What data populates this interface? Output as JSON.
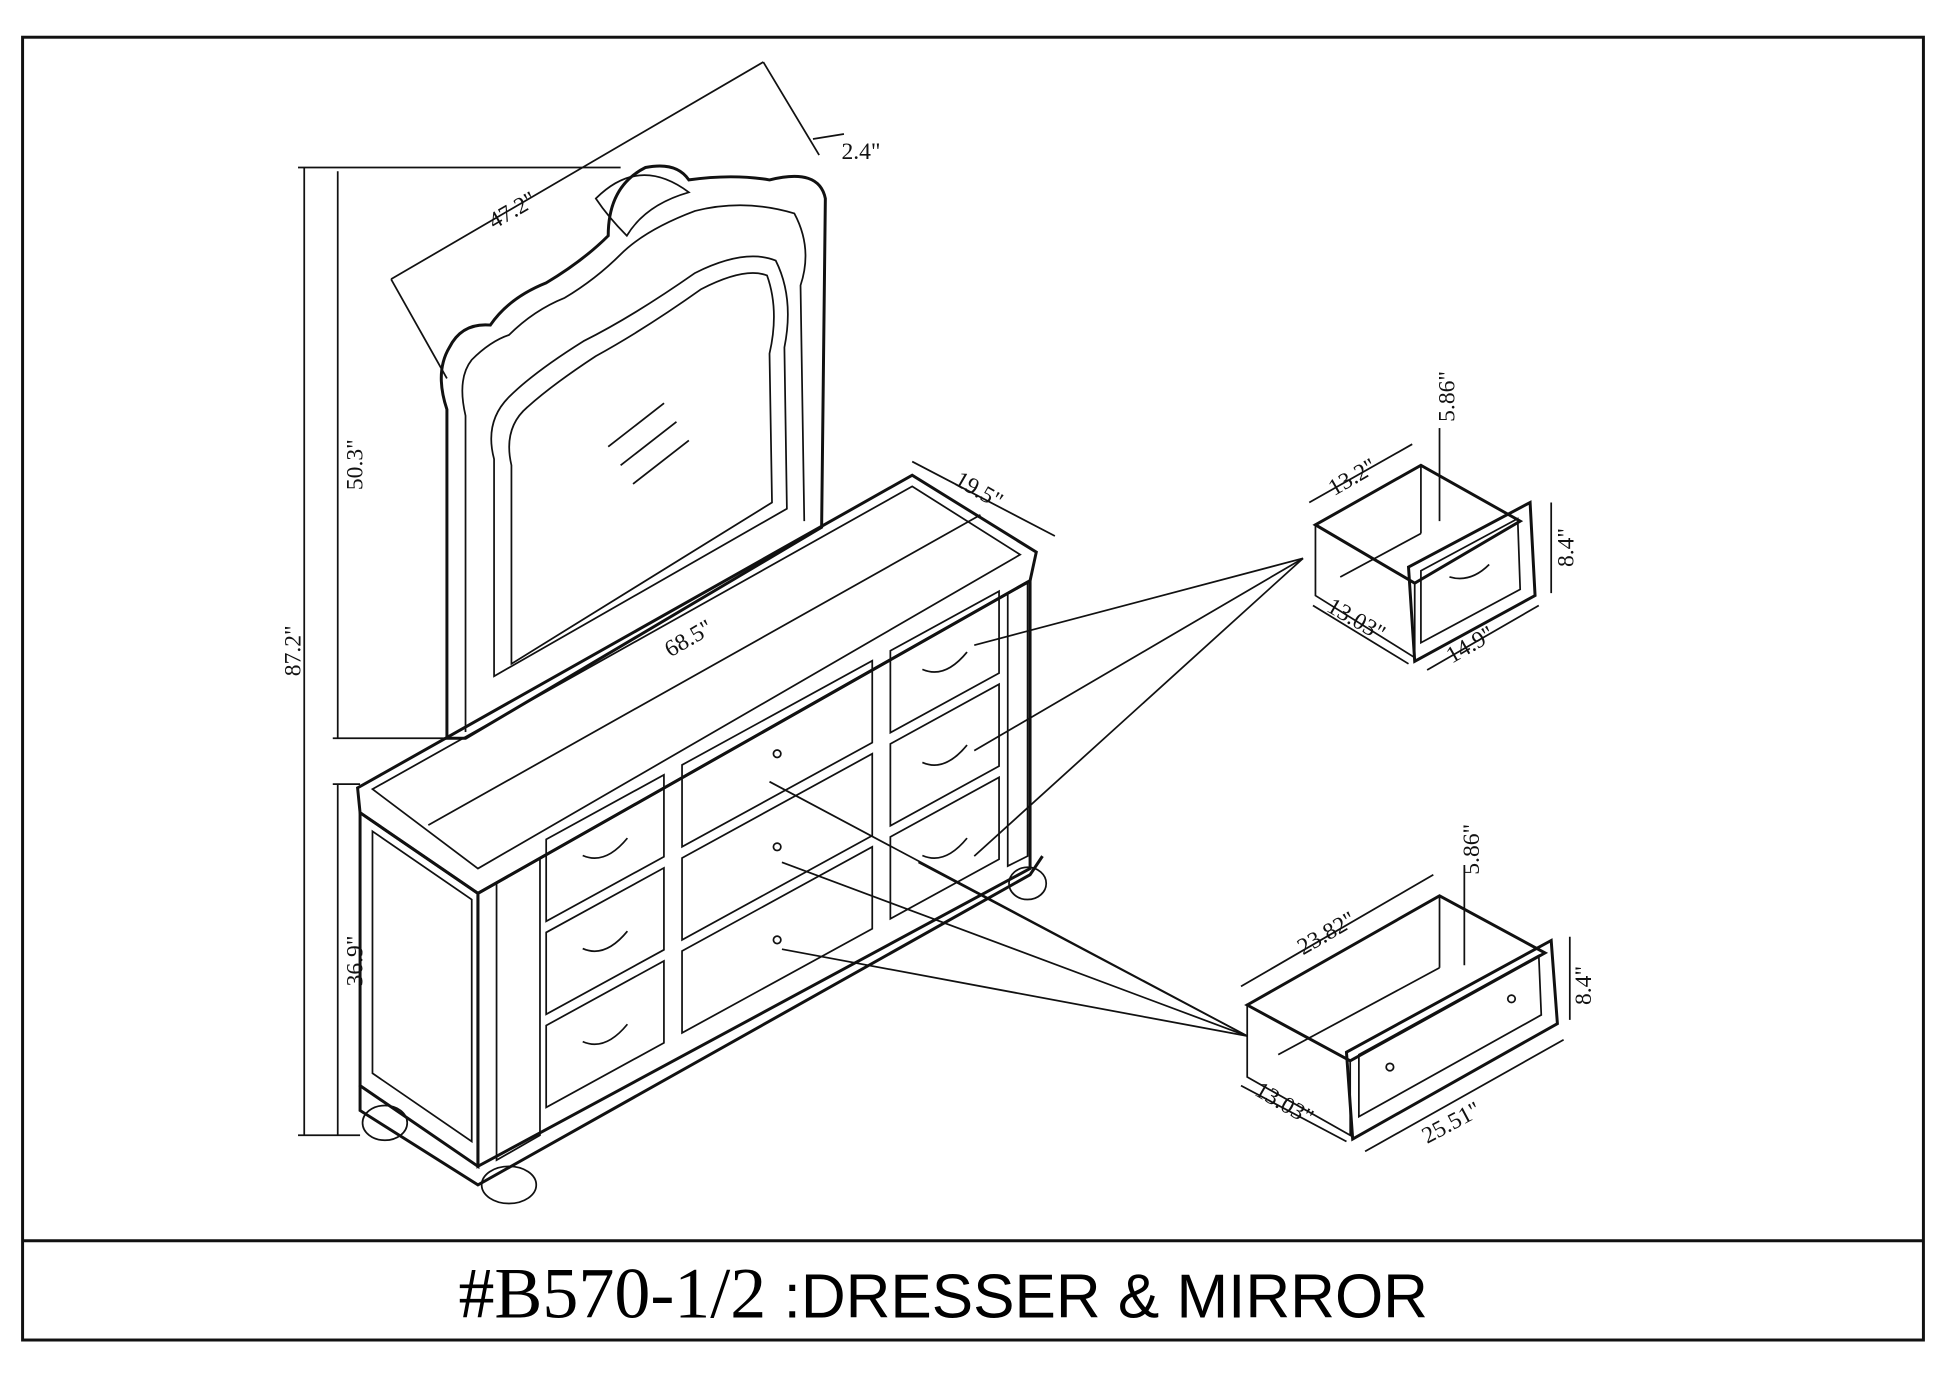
{
  "title": {
    "model": "#B570-1/2",
    "name": ":DRESSER & MIRROR"
  },
  "mirror_dims": {
    "width": "47.2\"",
    "depth": "2.4\"",
    "height": "50.3\""
  },
  "overall_dims": {
    "total_height": "87.2\"",
    "dresser_height": "36.9\"",
    "dresser_width": "68.5\"",
    "dresser_depth": "19.5\""
  },
  "small_drawer": {
    "inner_width": "13.2\"",
    "inner_height": "5.86\"",
    "front_height": "8.4\"",
    "depth": "13.03\"",
    "front_width": "14.9\""
  },
  "large_drawer": {
    "inner_width": "23.82\"",
    "inner_height": "5.86\"",
    "front_height": "8.4\"",
    "depth": "13.03\"",
    "front_width": "25.51\""
  }
}
